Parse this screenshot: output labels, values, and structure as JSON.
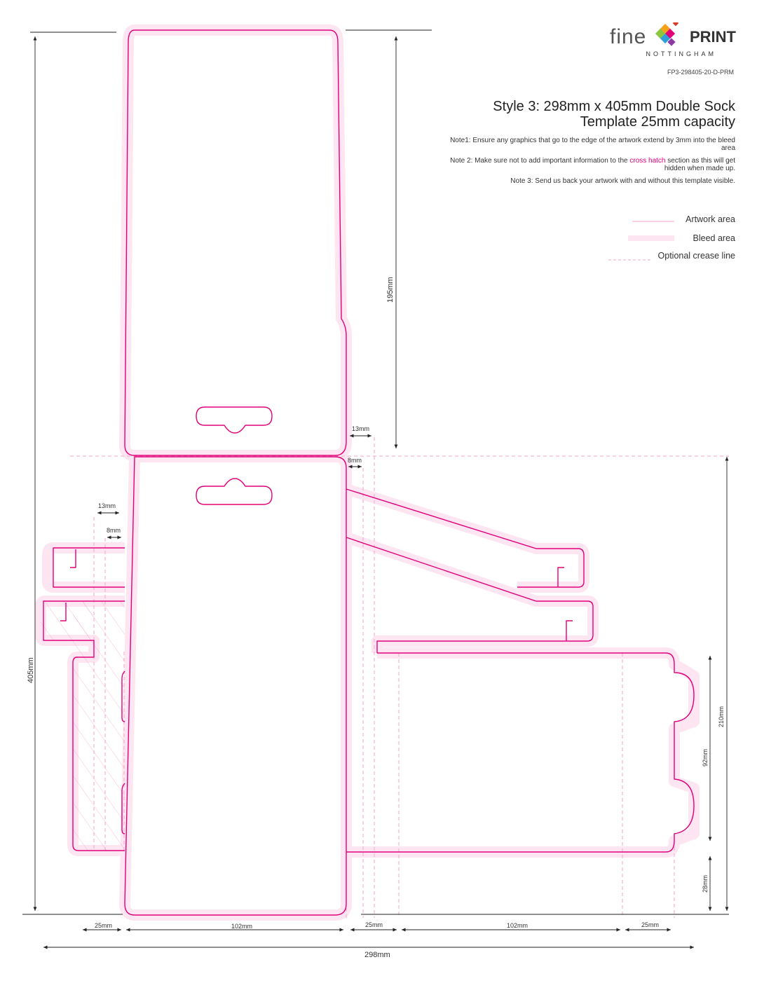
{
  "brand": {
    "fine": "FINE",
    "print": "PRINT",
    "city": "NOTTINGHAM"
  },
  "ref_code": "FP3-298405-20-D-PRM",
  "title": "Style 3: 298mm x 405mm Double Sock Template 25mm capacity",
  "notes": {
    "note1": "Note1: Ensure any graphics that go to the edge of the artwork extend by 3mm into the bleed area",
    "note2_pre": "Note 2: Make sure not to add important information to the ",
    "note2_hl": "cross hatch",
    "note2_post": " section as this will get hidden when made up.",
    "note3": "Note 3: Send us back your artwork with and without this template visible."
  },
  "legend": {
    "artwork": "Artwork area",
    "bleed": "Bleed area",
    "crease": "Optional crease line"
  },
  "dimensions": {
    "d405": "405mm",
    "d195": "195mm",
    "d13a": "13mm",
    "d8a": "8mm",
    "d13b": "13mm",
    "d8b": "8mm",
    "d210": "210mm",
    "d92": "92mm",
    "d28": "28mm",
    "b25a": "25mm",
    "b102a": "102mm",
    "b25b": "25mm",
    "b102b": "102mm",
    "b25c": "25mm",
    "b298": "298mm"
  },
  "colors": {
    "cut": "#e1007a",
    "bleed": "#fde6f1",
    "crease": "#f2a6c9",
    "dim": "#222222"
  }
}
